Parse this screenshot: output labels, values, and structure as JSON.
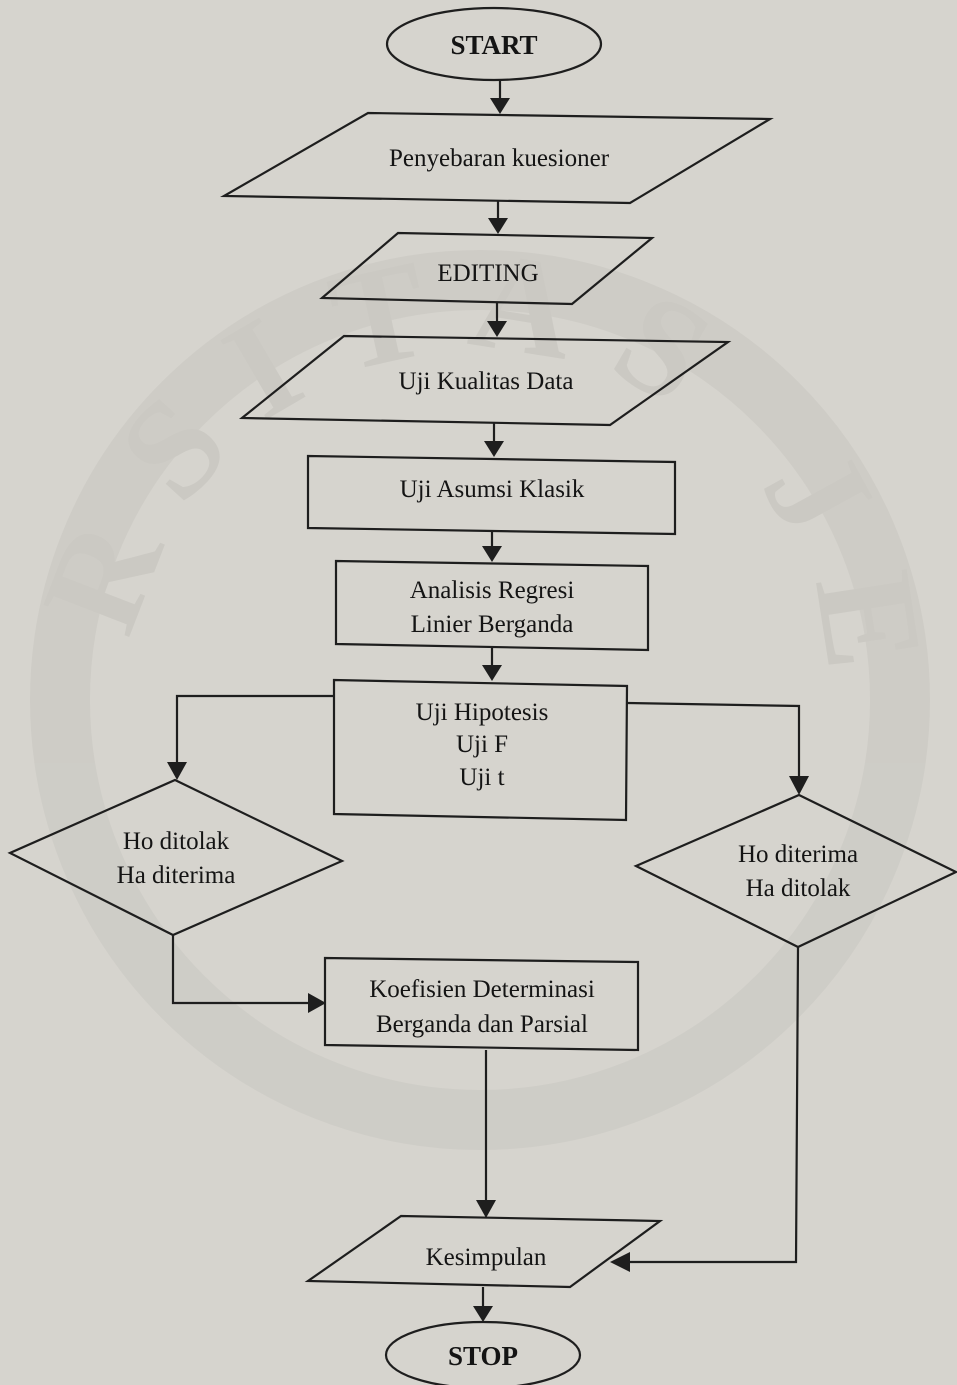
{
  "nodes": {
    "start": "START",
    "penyebaran": "Penyebaran kuesioner",
    "editing": "EDITING",
    "kualitas": "Uji Kualitas Data",
    "asumsi": "Uji Asumsi Klasik",
    "regresi": [
      "Analisis Regresi",
      "Linier Berganda"
    ],
    "hipotesis": [
      "Uji Hipotesis",
      "Uji  F",
      "Uji t"
    ],
    "ho_ditolak": [
      "Ho ditolak",
      "Ha diterima"
    ],
    "ho_diterima": [
      "Ho diterima",
      "Ha ditolak"
    ],
    "koefisien": [
      "Koefisien Determinasi",
      "Berganda dan Parsial"
    ],
    "kesimpulan": "Kesimpulan",
    "stop": "STOP"
  },
  "watermark": "UNIVERSITAS JEMBER",
  "colors": {
    "background": "#d6d4ce",
    "stroke": "#1e1e1e",
    "text": "#141414",
    "watermark": "#c9c7c1"
  }
}
